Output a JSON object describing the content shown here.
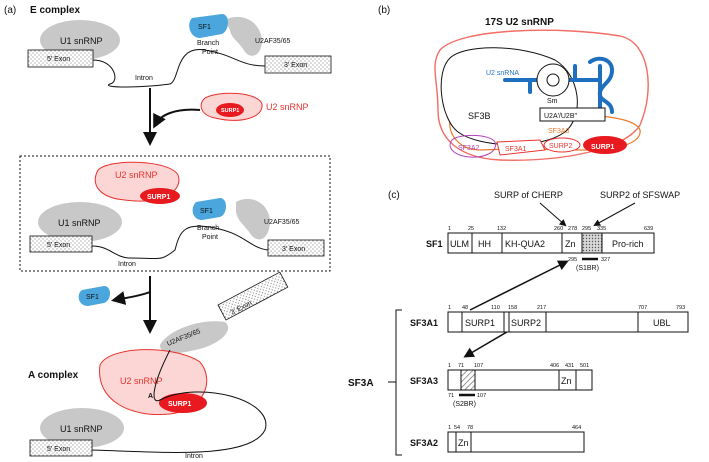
{
  "panels": {
    "a": "(a)",
    "b": "(b)",
    "c": "(c)"
  },
  "panel_a": {
    "e_complex": "E complex",
    "a_complex": "A complex",
    "u1": "U1 snRNP",
    "u2": "U2 snRNP",
    "sf1": "SF1",
    "surp1": "SURP1",
    "u2af": "U2AF35/65",
    "branch": "Branch",
    "point": "Point",
    "exon5": "5′ Exon",
    "exon3": "3′ Exon",
    "intron": "Intron",
    "a_letter": "A"
  },
  "panel_b": {
    "title": "17S U2 snRNP",
    "u2_snrna": "U2 snRNA",
    "sm": "Sm",
    "u2a_u2b": "U2A′/U2B″",
    "sf3b": "SF3B",
    "sf3a3": "SF3A3",
    "sf3a2": "SF3A2",
    "sf3a1": "SF3A1",
    "surp2": "SURP2",
    "surp1": "SURP1"
  },
  "panel_c": {
    "surp_cherp": "SURP of CHERP",
    "surp2_sfswap": "SURP2 of SFSWAP",
    "sf3a_bracket": "SF3A",
    "s1br": "(S1BR)",
    "s2br": "(S2BR)",
    "proteins": [
      {
        "name": "SF1",
        "ticks": [
          "1",
          "25",
          "132",
          "260",
          "278",
          "295",
          "335",
          "639"
        ],
        "domains": [
          "ULM",
          "HH",
          "KH-QUA2",
          "Zn",
          "Pro-rich"
        ],
        "sub_range": [
          "295",
          "327"
        ]
      },
      {
        "name": "SF3A1",
        "ticks": [
          "1",
          "48",
          "110",
          "158",
          "217",
          "707",
          "793"
        ],
        "domains": [
          "SURP1",
          "SURP2",
          "UBL"
        ]
      },
      {
        "name": "SF3A3",
        "ticks": [
          "1",
          "71",
          "107",
          "406",
          "431",
          "501"
        ],
        "domains": [
          "Zn"
        ],
        "sub_range": [
          "71",
          "107"
        ]
      },
      {
        "name": "SF3A2",
        "ticks": [
          "1",
          "54",
          "78",
          "464"
        ],
        "domains": [
          "Zn"
        ]
      }
    ]
  },
  "colors": {
    "u2_fill": "#fbd6d4",
    "u2_stroke": "#e8322e",
    "surp1": "#e8191f",
    "sf1": "#4aa6dc",
    "grey": "#c8c8c8",
    "snrna": "#1f6fc0",
    "sf3a3": "#e87a2a",
    "sf3a2": "#b044b8"
  }
}
